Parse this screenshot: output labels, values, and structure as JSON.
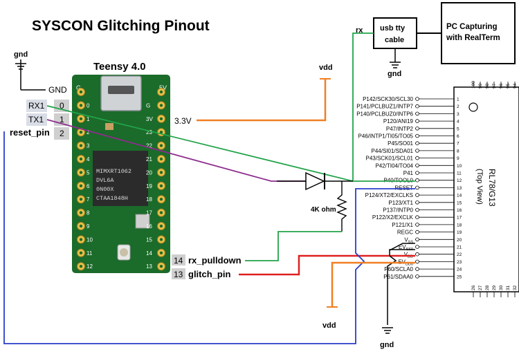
{
  "title": "SYSCON Glitching Pinout",
  "teensy": {
    "name": "Teensy 4.0",
    "chip_text": [
      "MIMXRT1062",
      "DVL6A",
      "0N00X",
      "CTAA1848H"
    ],
    "edge_top_left": "G",
    "edge_top_right": "5V",
    "left_labels": [
      "GND",
      "RX1",
      "TX1"
    ],
    "left_pin_numbers": [
      "0",
      "1",
      "2"
    ],
    "left_side_pins": [
      "G",
      "0",
      "1",
      "2",
      "3",
      "4",
      "5",
      "6",
      "7",
      "8",
      "9",
      "10",
      "11",
      "12"
    ],
    "right_side_pins": [
      "5V",
      "G",
      "3V",
      "23",
      "22",
      "21",
      "20",
      "19",
      "18",
      "17",
      "16",
      "15",
      "14",
      "13"
    ]
  },
  "labels": {
    "gnd": "gnd",
    "vdd": "vdd",
    "rx": "rx",
    "v33": "3.3V",
    "reset_pin": "reset_pin",
    "rx_pulldown": "rx_pulldown",
    "glitch_pin": "glitch_pin",
    "pin14": "14",
    "pin13": "13",
    "resistor": "4K ohm"
  },
  "usb_cable": {
    "line1": "usb tty",
    "line2": "cable"
  },
  "pc": {
    "line1": "PC Capturing",
    "line2": "with RealTerm"
  },
  "rl78": {
    "name": "RL78/G13",
    "view": "(Top View)",
    "top_pins": [
      "100",
      "99",
      "98",
      "97",
      "96",
      "95",
      "94"
    ],
    "bottom_pins": [
      "26",
      "27",
      "28",
      "29",
      "30",
      "31",
      "32"
    ],
    "pins": [
      {
        "num": "1",
        "label": "P142/SCK30/SCL30"
      },
      {
        "num": "2",
        "label": "P141/PCLBUZ1/INTP7"
      },
      {
        "num": "3",
        "label": "P140/PCLBUZ0/INTP6"
      },
      {
        "num": "4",
        "label": "P120/ANI19"
      },
      {
        "num": "5",
        "label": "P47/INTP2"
      },
      {
        "num": "6",
        "label": "P46/INTP1/TI05/TO05"
      },
      {
        "num": "7",
        "label": "P45/SO01"
      },
      {
        "num": "8",
        "label": "P44/SI01/SDA01"
      },
      {
        "num": "9",
        "label": "P43/SCK01/SCL01"
      },
      {
        "num": "10",
        "label": "P42/TI04/TO04"
      },
      {
        "num": "11",
        "label": "P41"
      },
      {
        "num": "12",
        "label": "P40/TOOL0"
      },
      {
        "num": "13",
        "label": "RESET"
      },
      {
        "num": "14",
        "label": "P124/XT2/EXCLKS"
      },
      {
        "num": "15",
        "label": "P123/XT1"
      },
      {
        "num": "16",
        "label": "P137/INTP0"
      },
      {
        "num": "17",
        "label": "P122/X2/EXCLK"
      },
      {
        "num": "18",
        "label": "P121/X1"
      },
      {
        "num": "19",
        "label": "REGC"
      },
      {
        "num": "20",
        "label": "VSS"
      },
      {
        "num": "21",
        "label": "EVSS0"
      },
      {
        "num": "22",
        "label": "VDD"
      },
      {
        "num": "23",
        "label": "EVDD0"
      },
      {
        "num": "24",
        "label": "P60/SCLA0"
      },
      {
        "num": "25",
        "label": "P61/SDAA0"
      }
    ]
  },
  "colors": {
    "green": "#22a34a",
    "purple": "#8e2c8e",
    "blue": "#2a3cc8",
    "red": "#e02020",
    "orange": "#f07f22",
    "board": "#1b6b2a"
  }
}
